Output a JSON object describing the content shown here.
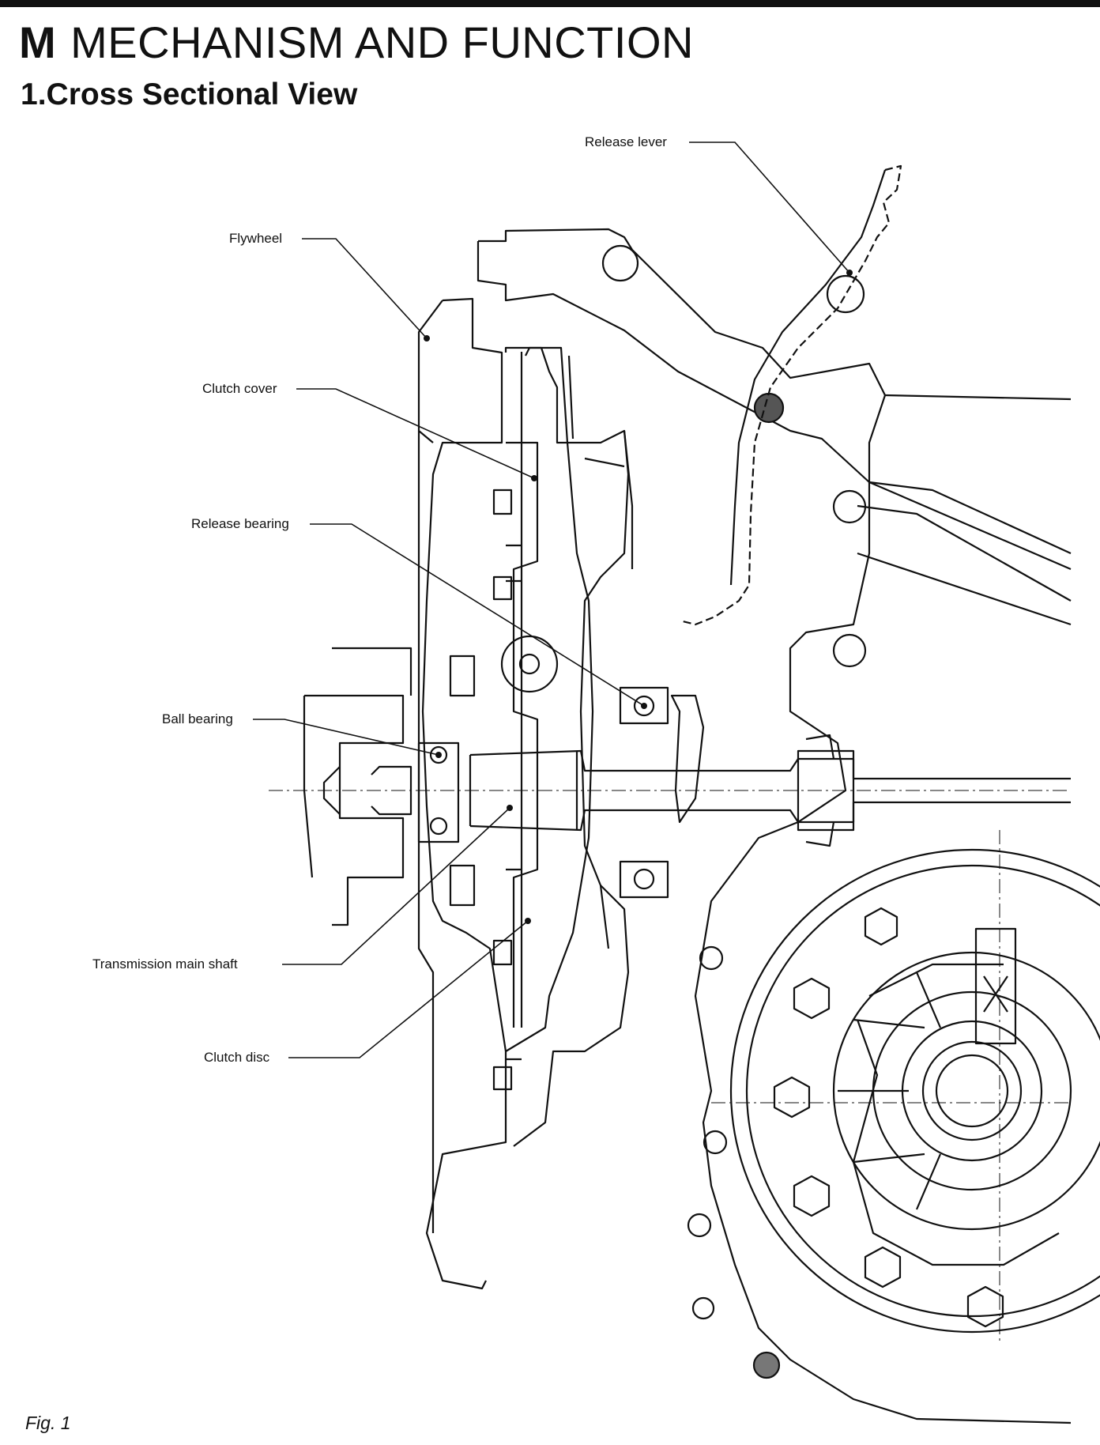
{
  "header": {
    "section_letter": "M",
    "section_title": "MECHANISM AND FUNCTION",
    "subsection_title": "1.Cross Sectional View"
  },
  "figure": {
    "caption": "Fig. 1",
    "labels": {
      "release_lever": "Release lever",
      "flywheel": "Flywheel",
      "clutch_cover": "Clutch cover",
      "release_bearing": "Release bearing",
      "ball_bearing": "Ball bearing",
      "transmission_main_shaft": "Transmission main shaft",
      "clutch_disc": "Clutch disc"
    }
  }
}
